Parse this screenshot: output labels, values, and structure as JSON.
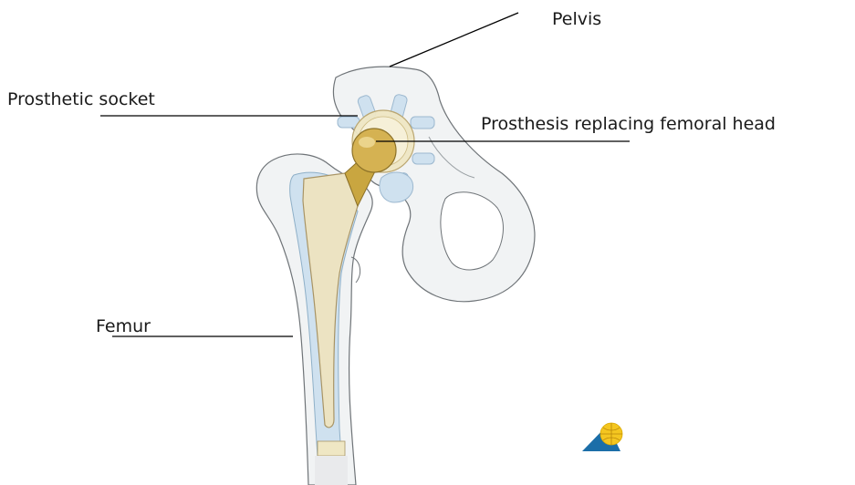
{
  "labels": {
    "pelvis": "Pelvis",
    "socket": "Prosthetic socket",
    "head": "Prosthesis replacing femoral head",
    "femur": "Femur"
  },
  "colors": {
    "bone_fill": "#f1f3f4",
    "bone_outline": "#6f7478",
    "cartilage_blue": "#cfe1ef",
    "implant_gold": "#c9a640",
    "implant_light": "#e7d7a7",
    "stem_fill": "#ece3c2",
    "logo_blue": "#1b6ea8",
    "logo_yellow": "#f4c620"
  }
}
